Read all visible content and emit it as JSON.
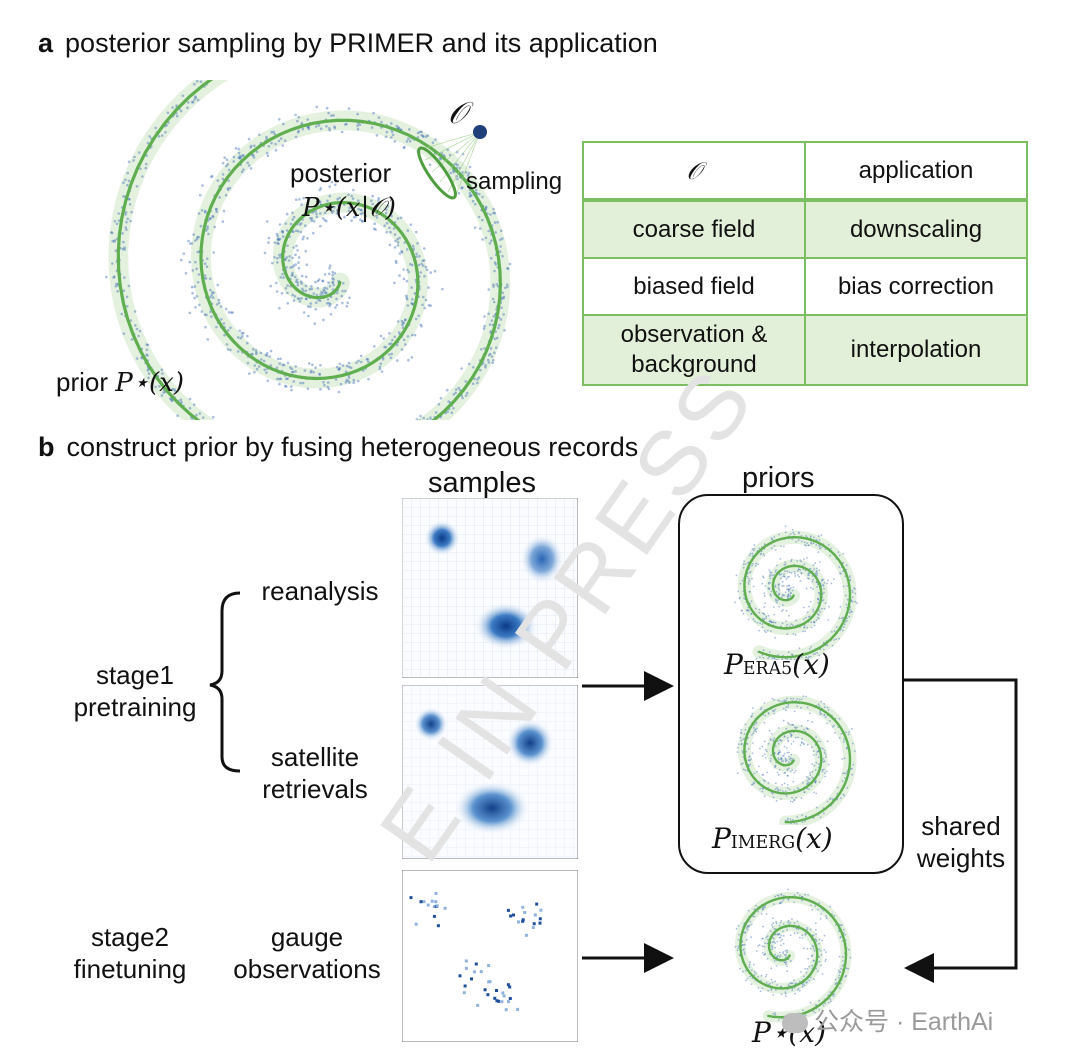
{
  "colors": {
    "green": "#5fae4f",
    "blue": "#3a6db5",
    "dot": "#1f3f7a",
    "table_border": "#7bbf62",
    "table_fill": "#e3f0d9"
  },
  "panel_a": {
    "letter": "a",
    "title": "posterior sampling by PRIMER and its application",
    "obs_symbol": "𝒪",
    "posterior_label": "posterior",
    "posterior_formula": "P⋆(x|𝒪)",
    "sampling_label": "sampling",
    "prior_label": "prior",
    "prior_formula": "P⋆(x)",
    "table": {
      "headers": [
        "𝒪",
        "application"
      ],
      "rows": [
        [
          "coarse field",
          "downscaling"
        ],
        [
          "biased field",
          "bias correction"
        ],
        [
          "observation & background",
          "interpolation"
        ]
      ]
    }
  },
  "panel_b": {
    "letter": "b",
    "title": "construct prior by fusing heterogeneous records",
    "samples_header": "samples",
    "priors_header": "priors",
    "stage1": "stage1 pretraining",
    "stage2": "stage2 finetuning",
    "reanalysis": "reanalysis",
    "satellite": "satellite retrievals",
    "gauge": "gauge observations",
    "era5_base": "P",
    "era5_sub": "ERA5",
    "era5_arg": "(x)",
    "imerg_base": "P",
    "imerg_sub": "IMERG",
    "imerg_arg": "(x)",
    "final_formula": "P⋆(x)",
    "shared_weights": "shared weights"
  },
  "watermark": "E IN PRESS",
  "credit": "公众号 · EarthAi"
}
